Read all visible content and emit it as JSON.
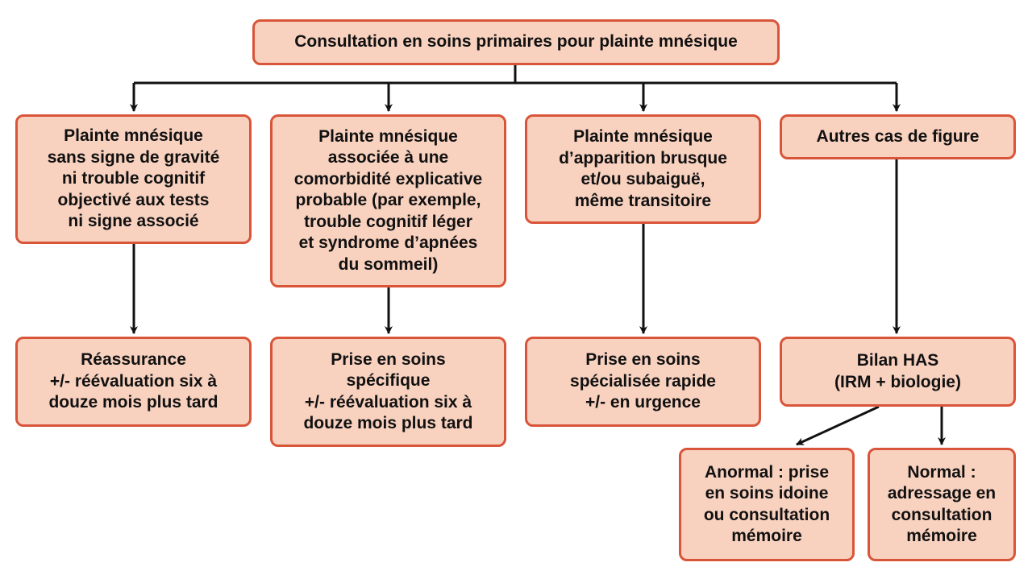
{
  "colors": {
    "box_fill": "#f8d1bf",
    "box_border": "#d9553a",
    "arrow": "#111111",
    "text": "#111111"
  },
  "nodes": {
    "root": {
      "lines": [
        "Consultation en soins primaires pour plainte mnésique"
      ]
    },
    "cat1": {
      "lines": [
        "Plainte mnésique",
        "sans signe de gravité",
        "ni trouble cognitif",
        "objectivé aux tests",
        "ni signe associé"
      ]
    },
    "cat2": {
      "lines": [
        "Plainte mnésique",
        "associée à une",
        "comorbidité explicative",
        "probable (par exemple,",
        "trouble cognitif léger",
        "et syndrome d’apnées",
        "du sommeil)"
      ]
    },
    "cat3": {
      "lines": [
        "Plainte mnésique",
        "d’apparition brusque",
        "et/ou subaiguë,",
        "même transitoire"
      ]
    },
    "cat4": {
      "lines": [
        "Autres cas de figure"
      ]
    },
    "out1": {
      "lines": [
        "Réassurance",
        "+/- réévaluation six à",
        "douze mois plus tard"
      ]
    },
    "out2": {
      "lines": [
        "Prise en soins",
        "spécifique",
        "+/- réévaluation six à",
        "douze mois plus tard"
      ]
    },
    "out3": {
      "lines": [
        "Prise en soins",
        "spécialisée rapide",
        "+/- en urgence"
      ]
    },
    "out4": {
      "lines": [
        "Bilan HAS",
        "(IRM + biologie)"
      ]
    },
    "abnormal": {
      "lines": [
        "Anormal : prise",
        "en soins idoine",
        "ou consultation",
        "mémoire"
      ]
    },
    "normal": {
      "lines": [
        "Normal :",
        "adressage en",
        "consultation",
        "mémoire"
      ]
    }
  }
}
